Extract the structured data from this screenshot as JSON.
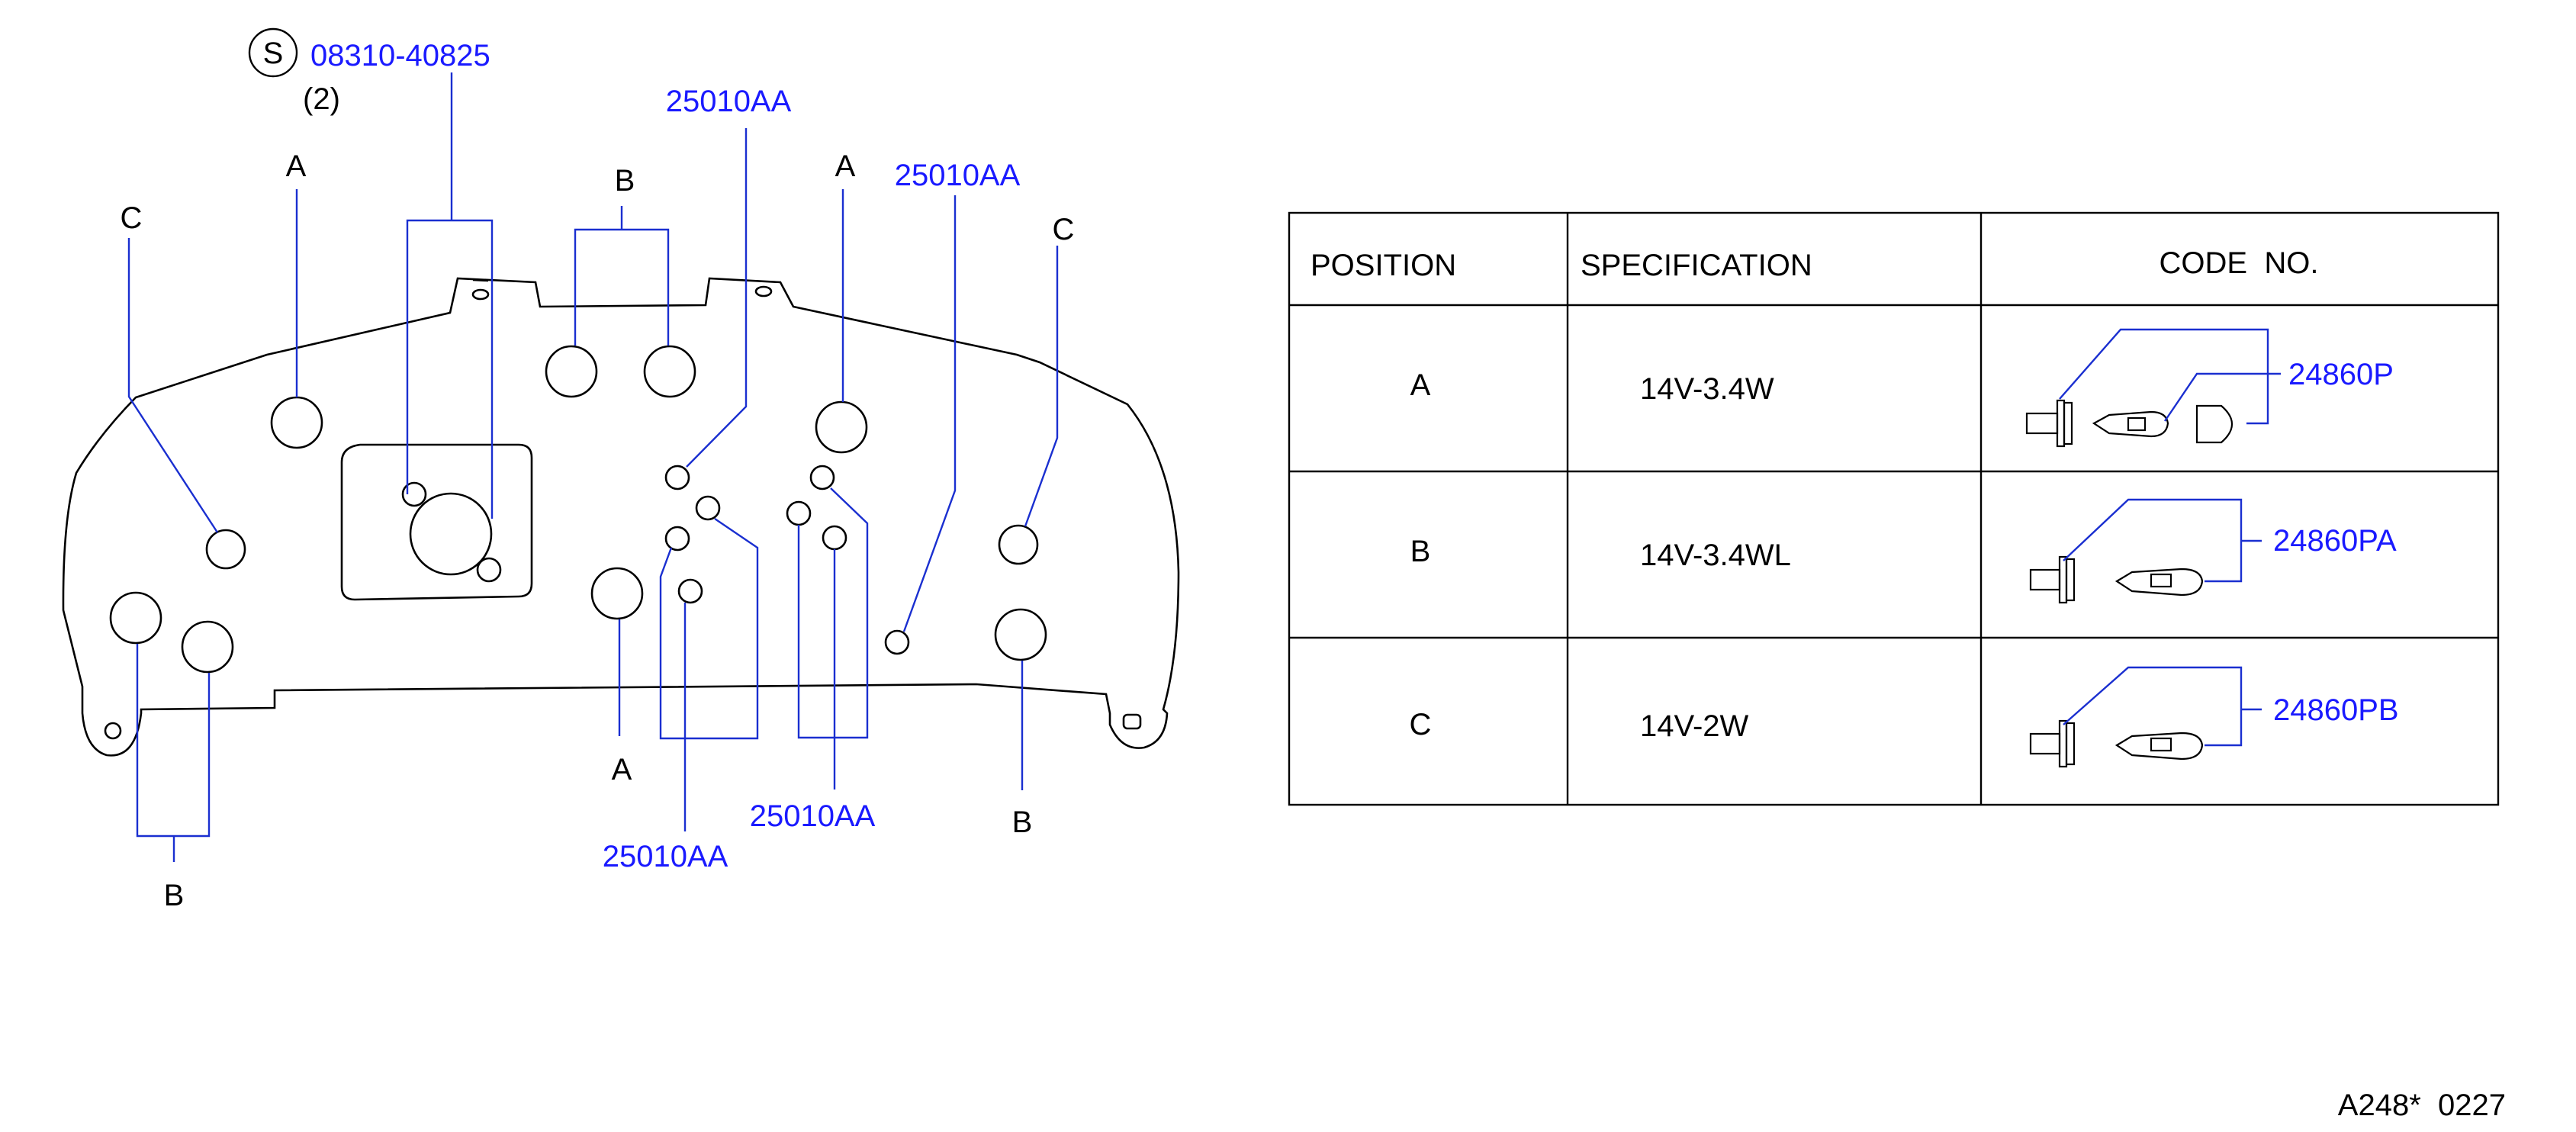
{
  "callouts": {
    "screw_symbol": "S",
    "screw_part": "08310-40825",
    "screw_qty": "(2)",
    "socket_top_left": "25010AA",
    "socket_top_right": "25010AA",
    "socket_bottom_center": "25010AA",
    "socket_bottom_left": "25010AA",
    "pos_A_top_left": "A",
    "pos_A_top_right": "A",
    "pos_A_bottom": "A",
    "pos_B_top": "B",
    "pos_B_bottom_left": "B",
    "pos_B_bottom_right": "B",
    "pos_C_left": "C",
    "pos_C_right": "C"
  },
  "table": {
    "headers": {
      "position": "POSITION",
      "specification": "SPECIFICATION",
      "code": "CODE  NO."
    },
    "rows": [
      {
        "position": "A",
        "spec": "14V-3.4W",
        "code": "24860P"
      },
      {
        "position": "B",
        "spec": "14V-3.4WL",
        "code": "24860PA"
      },
      {
        "position": "C",
        "spec": "14V-2W",
        "code": "24860PB"
      }
    ]
  },
  "footer": {
    "drawing_code": "A248*  0227"
  }
}
